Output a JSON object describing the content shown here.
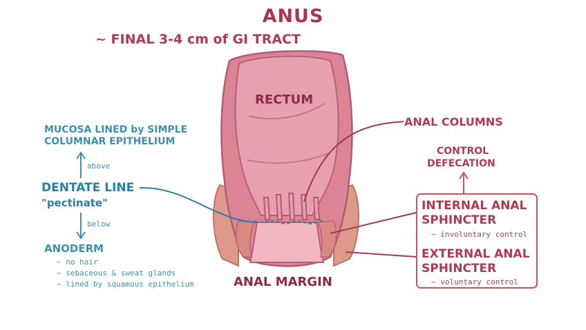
{
  "title": "ANUS",
  "subtitle": "~ FINAL 3-4 cm of GI TRACT",
  "organ": {
    "rectum": "RECTUM",
    "anal_margin": "ANAL MARGIN"
  },
  "left": {
    "mucosa_line1": "MUCOSA LINED by SIMPLE",
    "mucosa_line2": "COLUMNAR EPITHELIUM",
    "above": "above",
    "dentate": "DENTATE LINE",
    "pectinate": "\"pectinate\"",
    "below": "below",
    "anoderm": "ANODERM",
    "anoderm_notes": [
      "~ no hair",
      "~ sebaceous & sweat glands",
      "~ lined by squamous epithelium"
    ]
  },
  "right": {
    "anal_columns": "ANAL COLUMNS",
    "control_line1": "CONTROL",
    "control_line2": "DEFECATION",
    "internal_line1": "INTERNAL ANAL",
    "internal_line2": "SPHINCTER",
    "internal_note": "~ involuntary control",
    "external_line1": "EXTERNAL ANAL",
    "external_line2": "SPHINCTER",
    "external_note": "~ voluntary control"
  },
  "colors": {
    "title": "#a8364c",
    "blue": "#2c7fa3",
    "red": "#b03a52",
    "tissue": "#e08a96",
    "tissue_light": "#f3b7c2",
    "muscle": "#d98a80"
  }
}
